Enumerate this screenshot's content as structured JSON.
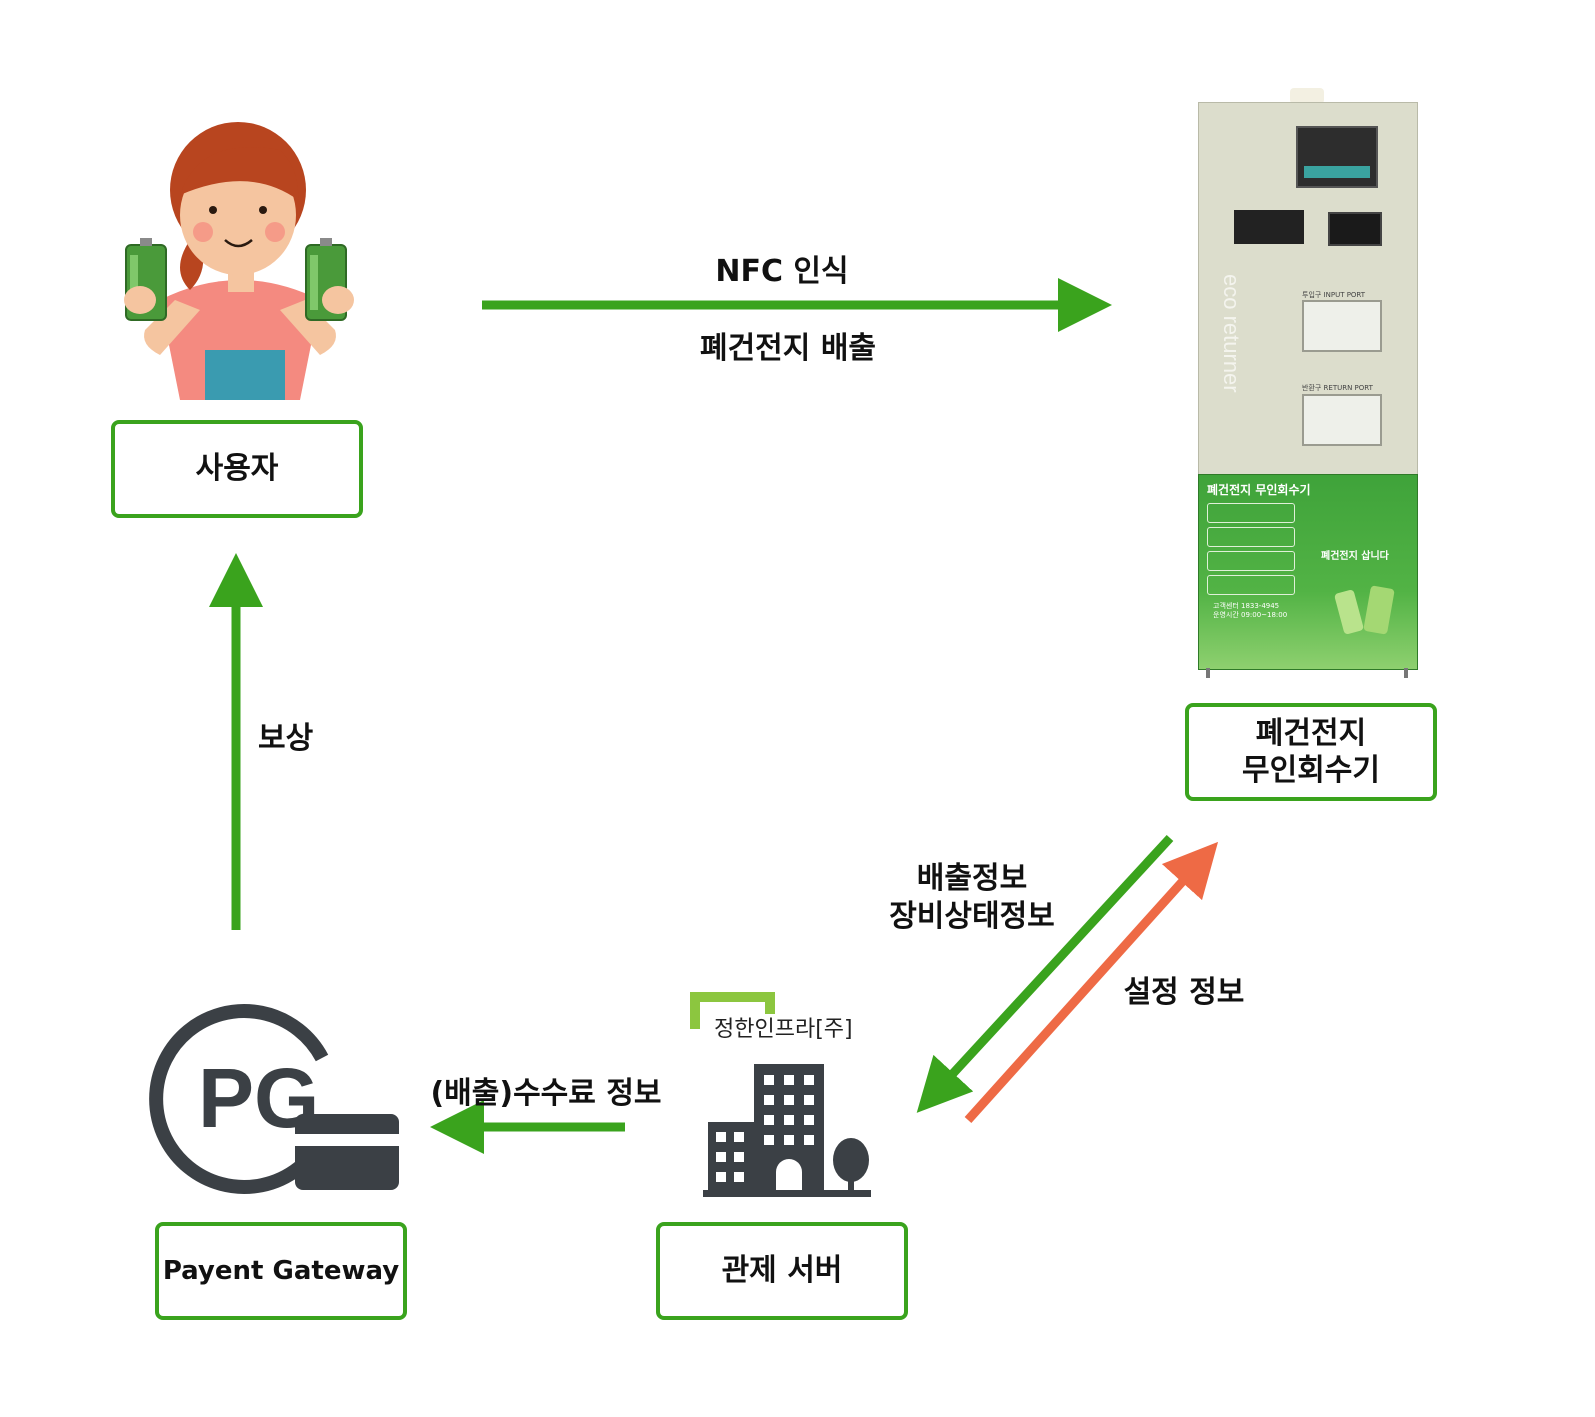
{
  "nodes": {
    "user": "사용자",
    "machine_line1": "폐건전지",
    "machine_line2": "무인회수기",
    "server": "관제 서버",
    "pg": "Payent Gateway"
  },
  "edges": {
    "nfc": "NFC 인식",
    "discharge": "폐건전지 배출",
    "reward": "보상",
    "info_line1": "배출정보",
    "info_line2": "장비상태정보",
    "settings": "설정 정보",
    "fee": "(배출)수수료 정보"
  },
  "logos": {
    "company": "정한인프라[주]",
    "pg": "PG"
  },
  "machine": {
    "brand": "eco returner",
    "header": "폐건전지 무인회수기",
    "slogan": "폐건전지 삽니다",
    "input_port": "투입구 INPUT PORT",
    "return_port": "반환구 RETURN PORT",
    "contact": "고객센터 1833-4945",
    "hours": "운영시간 09:00~18:00"
  },
  "colors": {
    "green": "#3aa31d",
    "orange": "#ee6a45",
    "dark": "#3b4045"
  }
}
